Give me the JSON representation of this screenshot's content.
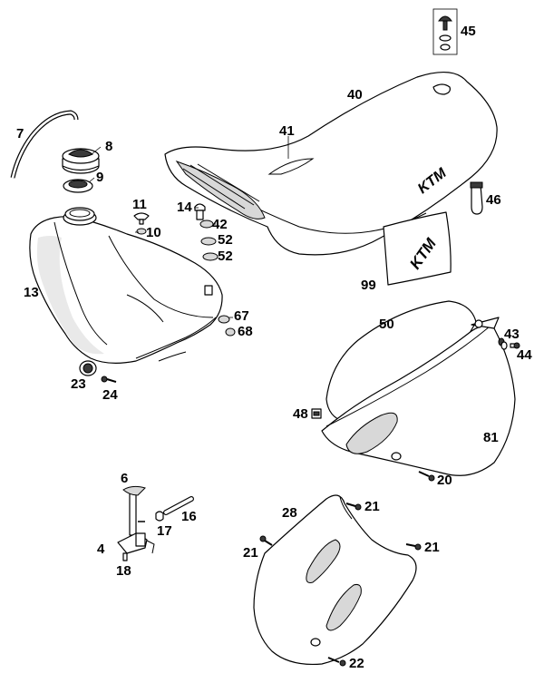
{
  "labels": {
    "l45": "45",
    "l40": "40",
    "l41": "41",
    "l7": "7",
    "l8": "8",
    "l9": "9",
    "l46": "46",
    "l11": "11",
    "l10": "10",
    "l14": "14",
    "l42": "42",
    "l52a": "52",
    "l52b": "52",
    "l13": "13",
    "l99": "99",
    "l50": "50",
    "l43": "43",
    "l44": "44",
    "l67": "67",
    "l68": "68",
    "l23": "23",
    "l24": "24",
    "l48": "48",
    "l81": "81",
    "l20": "20",
    "l6": "6",
    "l16": "16",
    "l17": "17",
    "l4": "4",
    "l18": "18",
    "l28": "28",
    "l21a": "21",
    "l21b": "21",
    "l21c": "21",
    "l22": "22"
  },
  "logo": {
    "seat_mark": "KTM",
    "sticker_mark": "KTM"
  },
  "colors": {
    "line": "#000000",
    "fill": "#ffffff",
    "shade": "#d8d8d8"
  }
}
